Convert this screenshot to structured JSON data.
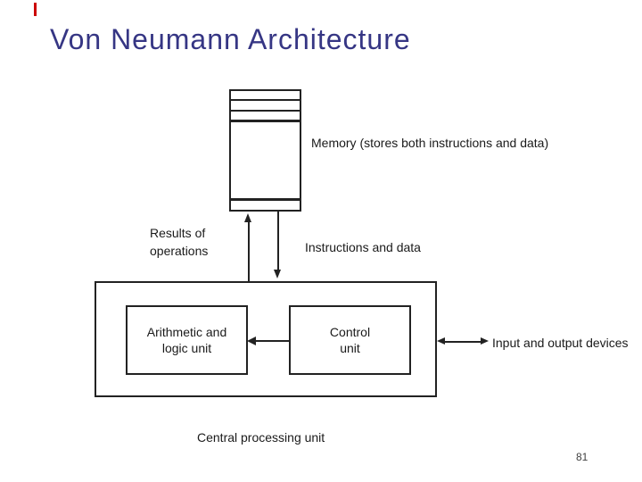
{
  "slide": {
    "title": "Von Neumann Architecture",
    "page_number": "81"
  },
  "diagram": {
    "memory_label": "Memory (stores both instructions and data)",
    "results_label": "Results of\noperations",
    "instructions_label": "Instructions and data",
    "alu_label": "Arithmetic and\nlogic unit",
    "control_label": "Control\nunit",
    "io_label": "Input and output devices",
    "cpu_label": "Central processing unit"
  },
  "colors": {
    "title": "#363684",
    "diagram_line": "#222222",
    "text": "#1a1a1a",
    "red_mark": "#cc0000"
  }
}
